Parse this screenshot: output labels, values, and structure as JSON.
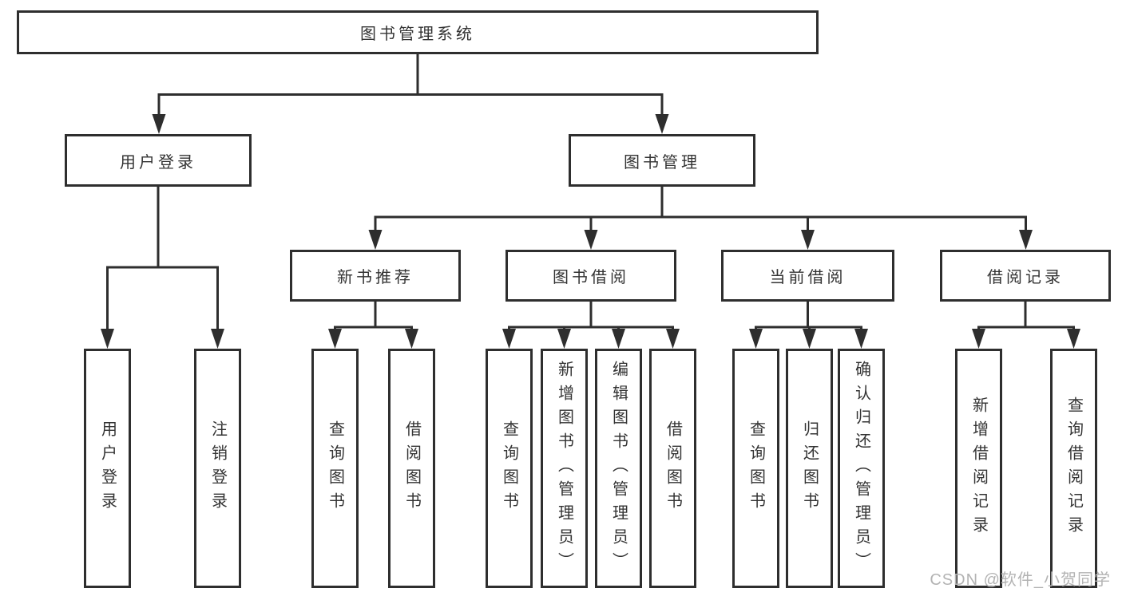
{
  "colors": {
    "line": "#2e2e2e",
    "box_background": "#ffffff",
    "text": "#333333",
    "watermark": "#b3b3b3"
  },
  "root": {
    "label": "图书管理系统"
  },
  "level2": [
    {
      "label": "用户登录"
    },
    {
      "label": "图书管理"
    }
  ],
  "level3": [
    {
      "label": "新书推荐"
    },
    {
      "label": "图书借阅"
    },
    {
      "label": "当前借阅"
    },
    {
      "label": "借阅记录"
    }
  ],
  "leaves": [
    {
      "label": "用户登录"
    },
    {
      "label": "注销登录"
    },
    {
      "label": "查询图书"
    },
    {
      "label": "借阅图书"
    },
    {
      "label": "查询图书"
    },
    {
      "label": "新增图书（管理员）"
    },
    {
      "label": "编辑图书（管理员）"
    },
    {
      "label": "借阅图书"
    },
    {
      "label": "查询图书"
    },
    {
      "label": "归还图书"
    },
    {
      "label": "确认归还（管理员）"
    },
    {
      "label": "新增借阅记录"
    },
    {
      "label": "查询借阅记录"
    }
  ],
  "watermark": {
    "text": "CSDN @软件_小贺同学"
  }
}
